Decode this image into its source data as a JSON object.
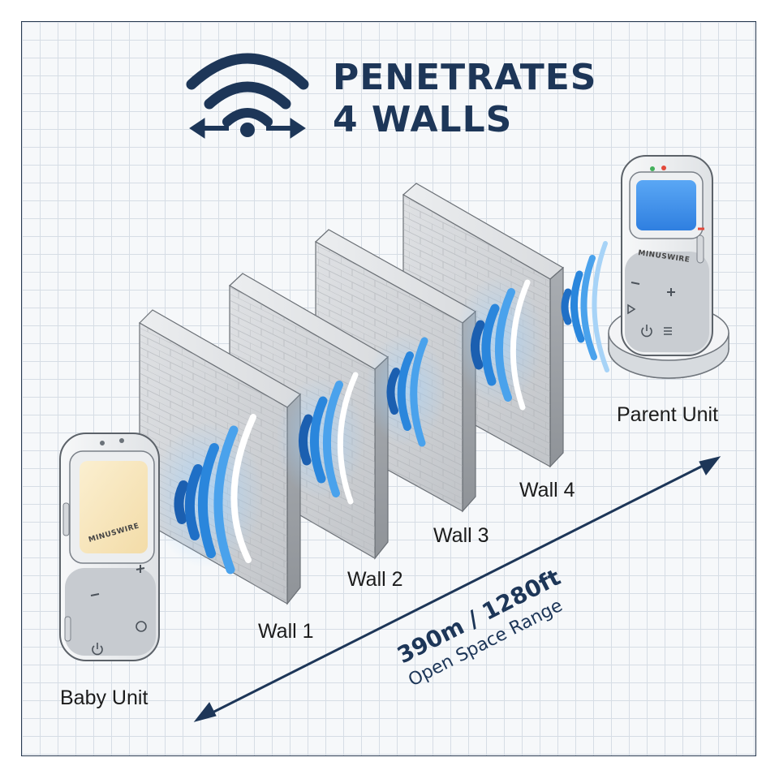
{
  "title": {
    "line1": "PENETRATES",
    "line2": "4 WALLS"
  },
  "walls": [
    {
      "label": "Wall 1"
    },
    {
      "label": "Wall 2"
    },
    {
      "label": "Wall 3"
    },
    {
      "label": "Wall 4"
    }
  ],
  "devices": {
    "baby_unit": {
      "label": "Baby Unit",
      "brand": "MINUSWIRE"
    },
    "parent_unit": {
      "label": "Parent Unit",
      "brand": "MINUSWIRE"
    }
  },
  "range": {
    "value": "390m / 1280ft",
    "caption": "Open Space Range"
  },
  "icons": [
    "wifi-signal-icon",
    "double-arrow-icon",
    "power-icon",
    "plus-icon",
    "minus-icon",
    "play-icon",
    "menu-icon"
  ],
  "colors": {
    "navy": "#1d3658",
    "signal_blue": "#1f7fd6",
    "wall_gray": "#c9ccd0",
    "screen_blue": "#3d8de8",
    "screen_cream": "#f7e6bc"
  }
}
